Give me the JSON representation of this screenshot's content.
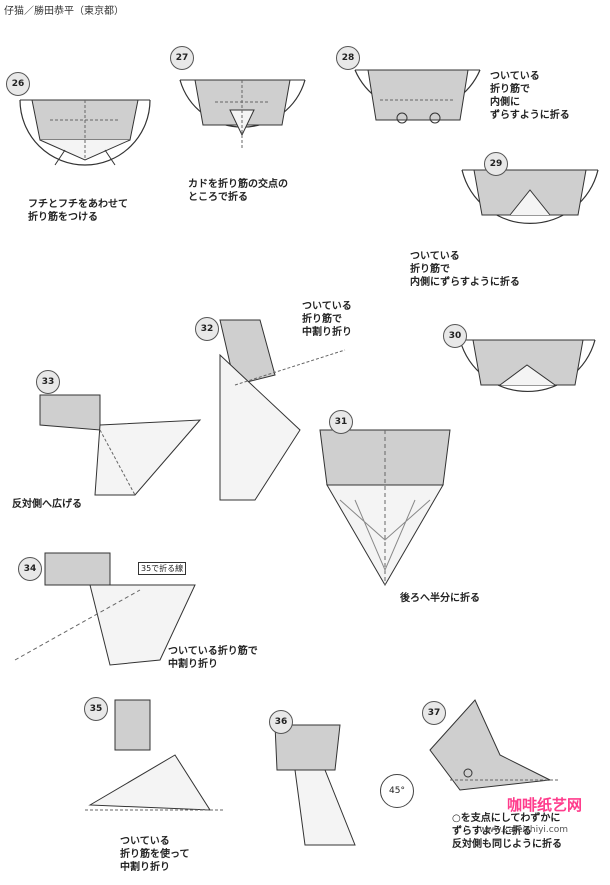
{
  "header": {
    "title": "仔猫／勝田恭平（東京都）"
  },
  "steps": [
    {
      "num": "26",
      "caption": "フチとフチをあわせて\n折り筋をつける"
    },
    {
      "num": "27",
      "caption": "カドを折り筋の交点の\nところで折る"
    },
    {
      "num": "28",
      "caption": "ついている\n折り筋で\n内側に\nずらすように折る"
    },
    {
      "num": "29",
      "caption": "ついている\n折り筋で\n内側にずらすように折る"
    },
    {
      "num": "30",
      "caption": ""
    },
    {
      "num": "31",
      "caption": "後ろへ半分に折る"
    },
    {
      "num": "32",
      "caption": "ついている\n折り筋で\n中割り折り"
    },
    {
      "num": "33",
      "caption": "反対側へ広げる"
    },
    {
      "num": "34",
      "caption": "ついている折り筋で\n中割り折り"
    },
    {
      "num": "35",
      "caption": "ついている\n折り筋を使って\n中割り折り"
    },
    {
      "num": "36",
      "caption": ""
    },
    {
      "num": "37",
      "caption": "○を支点にしてわずかに\nずらすように折る\n反対側も同じように折る"
    }
  ],
  "labels": {
    "line35": "35で折る線",
    "angle": "45°"
  },
  "watermark": {
    "brand": "咖啡纸艺网",
    "url": "www.kafeizhiyi.com"
  }
}
